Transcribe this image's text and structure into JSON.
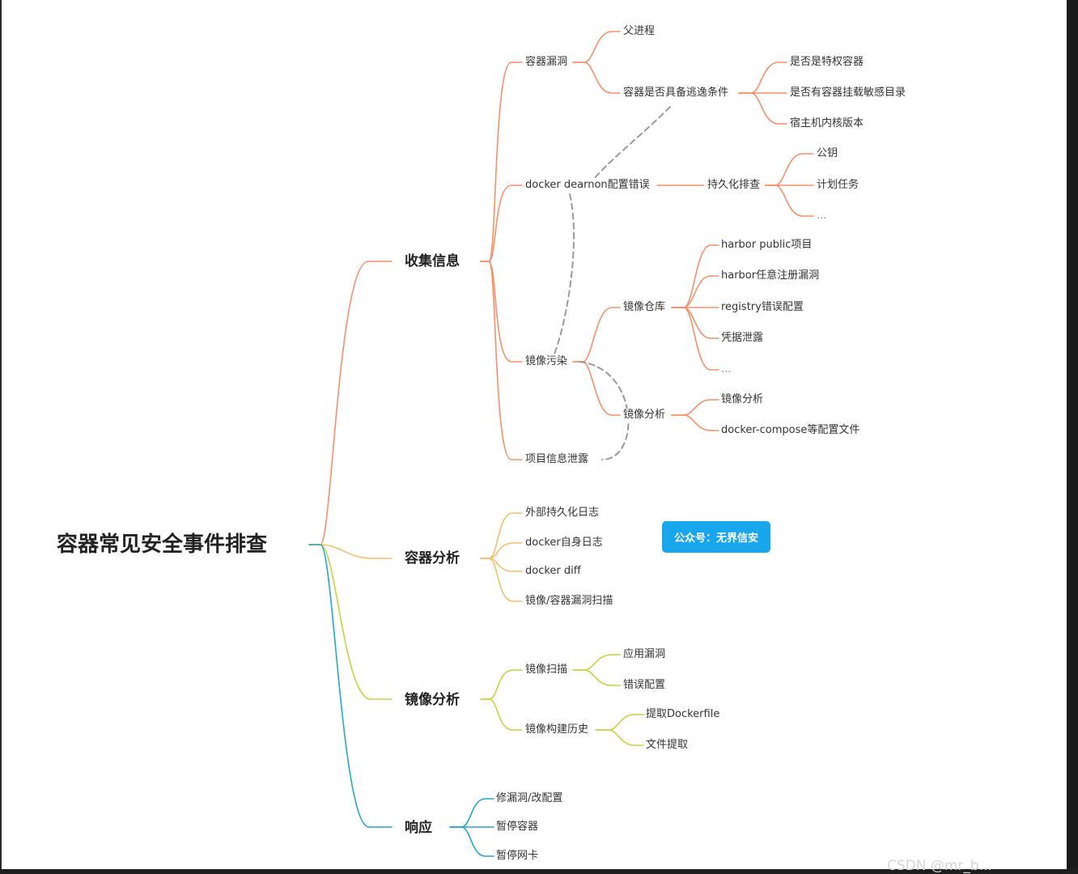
{
  "root": "容器常见安全事件排查",
  "colors": {
    "orange": "#f7906a",
    "yellow": "#f8be6c",
    "green": "#c3d43d",
    "teal": "#22a9c9",
    "badge": "#18a7ec",
    "dashed": "#9a9a9a"
  },
  "branches": {
    "collect": {
      "label": "收集信息",
      "vuln": {
        "label": "容器漏洞",
        "parent": "父进程",
        "escape": "容器是否具备逃逸条件",
        "escape_items": [
          "是否是特权容器",
          "是否有容器挂载敏感目录",
          "宿主机内核版本"
        ]
      },
      "daemon": {
        "label": "docker dearnon配置错误",
        "persist": "持久化排查",
        "persist_items": [
          "公钥",
          "计划任务",
          "..."
        ]
      },
      "image": {
        "label": "镜像污染",
        "repo": "镜像仓库",
        "repo_items": [
          "harbor public项目",
          "harbor任意注册漏洞",
          "registry错误配置",
          "凭据泄露",
          "..."
        ],
        "analysis": "镜像分析",
        "analysis_items": [
          "镜像分析",
          "docker-compose等配置文件"
        ]
      },
      "leak": "项目信息泄露"
    },
    "container": {
      "label": "容器分析",
      "items": [
        "外部持久化日志",
        "docker自身日志",
        "docker diff",
        "镜像/容器漏洞扫描"
      ]
    },
    "imageanalysis": {
      "label": "镜像分析",
      "scan": {
        "label": "镜像扫描",
        "items": [
          "应用漏洞",
          "错误配置"
        ]
      },
      "history": {
        "label": "镜像构建历史",
        "items": [
          "提取Dockerfile",
          "文件提取"
        ]
      }
    },
    "response": {
      "label": "响应",
      "items": [
        "修漏洞/改配置",
        "暂停容器",
        "暂停网卡"
      ]
    }
  },
  "badge": "公众号：无界信安",
  "watermark": "CSDN @mr_b..."
}
